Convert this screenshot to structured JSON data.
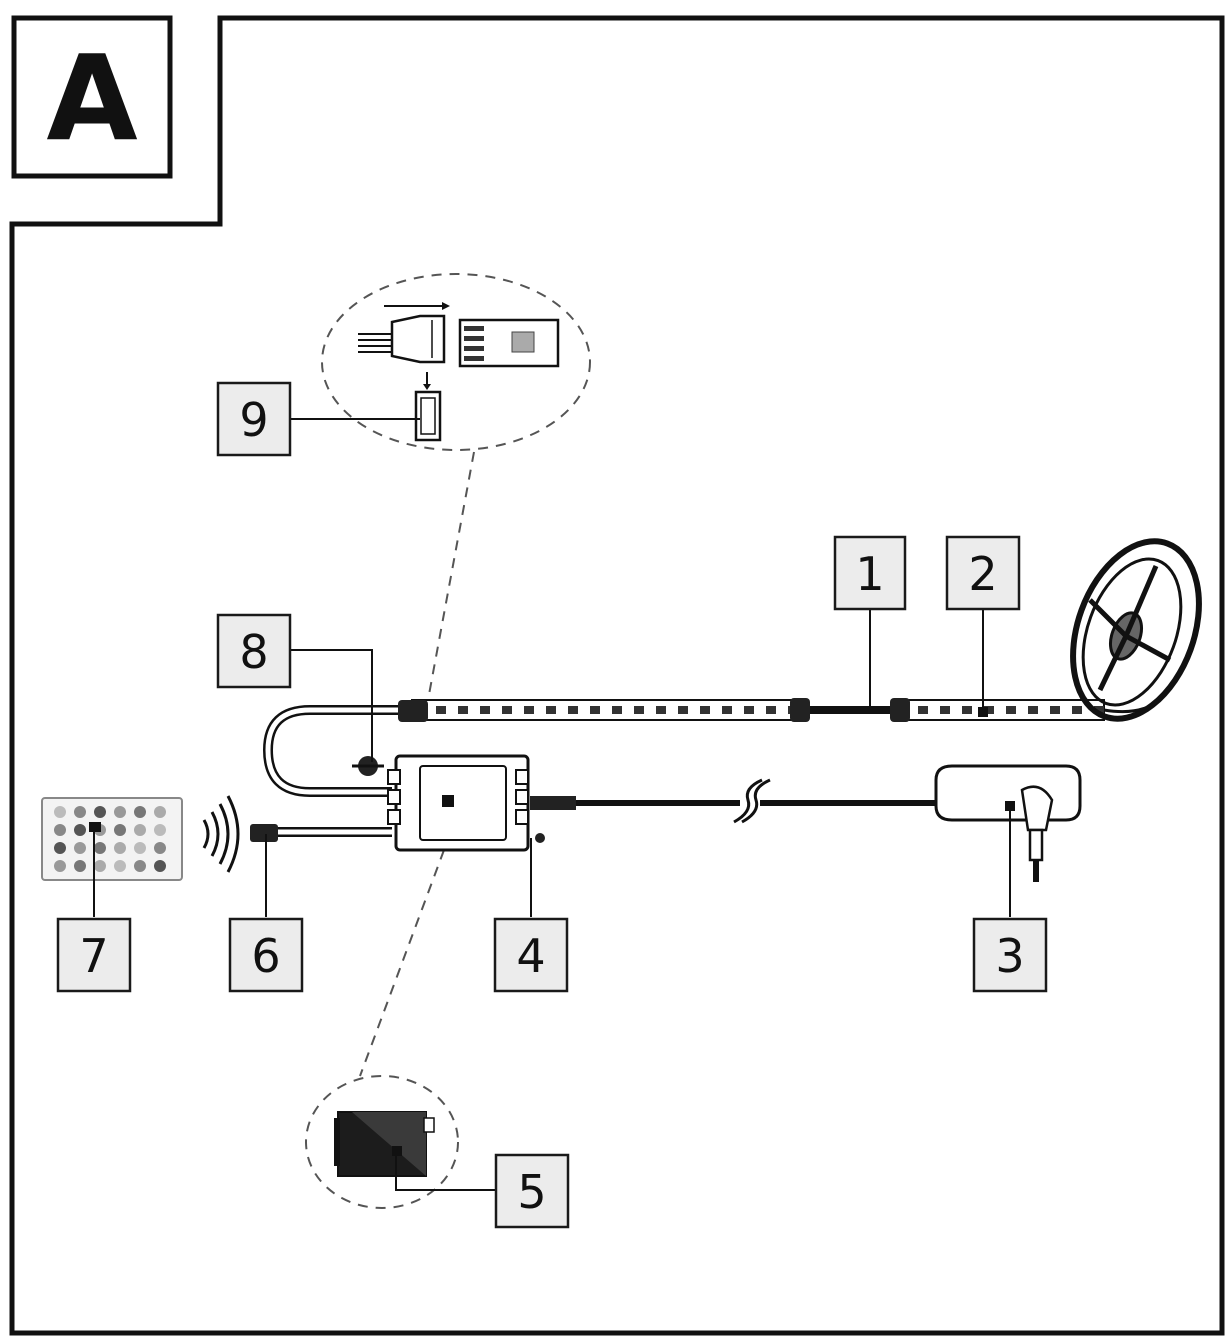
{
  "section": {
    "letter": "A"
  },
  "callouts": [
    {
      "id": "1",
      "label": "1",
      "part": "strip-connector"
    },
    {
      "id": "2",
      "label": "2",
      "part": "led-strip"
    },
    {
      "id": "3",
      "label": "3",
      "part": "power-adapter"
    },
    {
      "id": "4",
      "label": "4",
      "part": "controller-power-port"
    },
    {
      "id": "5",
      "label": "5",
      "part": "battery-compartment"
    },
    {
      "id": "6",
      "label": "6",
      "part": "ir-receiver"
    },
    {
      "id": "7",
      "label": "7",
      "part": "remote-control"
    },
    {
      "id": "8",
      "label": "8",
      "part": "controller-button"
    },
    {
      "id": "9",
      "label": "9",
      "part": "strip-plug-detail"
    }
  ]
}
